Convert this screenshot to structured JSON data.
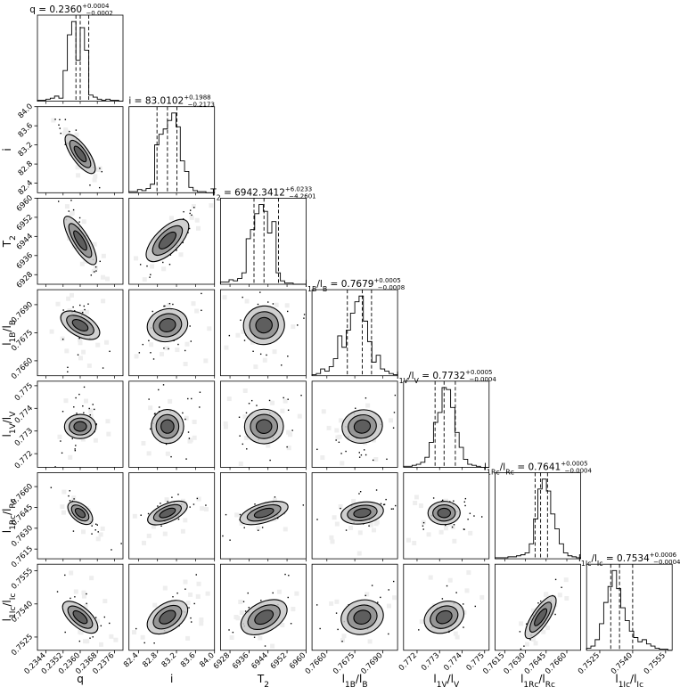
{
  "chart_data": {
    "type": "corner",
    "parameters": [
      {
        "label_main": "q",
        "label_sub": "",
        "label_rest": "",
        "title_main": "q",
        "title_sub": "",
        "title_rest": "",
        "median": "0.2360",
        "err_plus": "+0.0004",
        "err_minus": "−0.0002",
        "range": [
          0.234,
          0.238
        ],
        "ticks": [
          0.2344,
          0.2352,
          0.236,
          0.2368,
          0.2376
        ],
        "tick_labels": [
          "0.2344",
          "0.2352",
          "0.2360",
          "0.2368",
          "0.2376"
        ],
        "quantiles": [
          0.2358,
          0.236,
          0.2364
        ],
        "histogram": [
          1,
          1,
          2,
          3,
          5,
          3,
          30,
          65,
          78,
          40,
          72,
          50,
          6,
          4,
          2,
          1,
          2,
          1,
          1,
          0
        ]
      },
      {
        "label_main": "i",
        "label_sub": "",
        "label_rest": "",
        "title_main": "i",
        "title_sub": "",
        "title_rest": "",
        "median": "83.0102",
        "err_plus": "+0.1988",
        "err_minus": "−0.2173",
        "range": [
          82.2,
          84.0
        ],
        "ticks": [
          82.4,
          82.8,
          83.2,
          83.6,
          84.0
        ],
        "tick_labels": [
          "82.4",
          "82.8",
          "83.2",
          "83.6",
          "84.0"
        ],
        "quantiles": [
          82.79,
          83.01,
          83.21
        ],
        "histogram": [
          1,
          1,
          3,
          2,
          4,
          8,
          45,
          55,
          60,
          68,
          75,
          62,
          30,
          20,
          5,
          2,
          1,
          1,
          0,
          0
        ]
      },
      {
        "label_main": "T",
        "label_sub": "2",
        "label_rest": "",
        "title_main": "T",
        "title_sub": "2",
        "title_rest": "",
        "median": "6942.3412",
        "err_plus": "+6.0233",
        "err_minus": "−4.2601",
        "range": [
          6924,
          6960
        ],
        "ticks": [
          6928,
          6936,
          6944,
          6952,
          6960
        ],
        "tick_labels": [
          "6928",
          "6936",
          "6944",
          "6952",
          "6960"
        ],
        "quantiles": [
          6938.1,
          6942.3,
          6948.4
        ],
        "histogram": [
          2,
          2,
          4,
          3,
          5,
          10,
          40,
          48,
          62,
          70,
          64,
          45,
          55,
          10,
          3,
          1,
          1,
          0,
          0,
          0
        ]
      },
      {
        "label_main": "l",
        "label_sub": "1B",
        "label_rest": "/l",
        "label_sub2": "B",
        "title_main": "l",
        "title_sub": "1B",
        "title_rest": "/l",
        "title_sub2": "B",
        "median": "0.7679",
        "err_plus": "+0.0005",
        "err_minus": "−0.0008",
        "range": [
          0.7652,
          0.7698
        ],
        "ticks": [
          0.766,
          0.7675,
          0.769
        ],
        "tick_labels": [
          "0.7660",
          "0.7675",
          "0.7690"
        ],
        "quantiles": [
          0.7671,
          0.7679,
          0.7684
        ],
        "histogram": [
          1,
          2,
          6,
          4,
          8,
          15,
          35,
          25,
          40,
          55,
          65,
          70,
          48,
          30,
          12,
          18,
          6,
          4,
          2,
          1
        ]
      },
      {
        "label_main": "l",
        "label_sub": "1V",
        "label_rest": "/l",
        "label_sub2": "V",
        "title_main": "l",
        "title_sub": "1V",
        "title_rest": "/l",
        "title_sub2": "V",
        "median": "0.7732",
        "err_plus": "+0.0005",
        "err_minus": "−0.0004",
        "range": [
          0.7714,
          0.7752
        ],
        "ticks": [
          0.772,
          0.773,
          0.774,
          0.775
        ],
        "tick_labels": [
          "0.772",
          "0.773",
          "0.774",
          "0.775"
        ],
        "quantiles": [
          0.7728,
          0.7732,
          0.7737
        ],
        "histogram": [
          1,
          1,
          2,
          3,
          5,
          10,
          25,
          45,
          55,
          80,
          78,
          60,
          35,
          20,
          8,
          3,
          2,
          1,
          0,
          0
        ]
      },
      {
        "label_main": "l",
        "label_sub": "1Rc",
        "label_rest": "/l",
        "label_sub2": "Rc",
        "title_main": "l",
        "title_sub": "1Rc",
        "title_rest": "/l",
        "title_sub2": "Rc",
        "median": "0.7641",
        "err_plus": "+0.0005",
        "err_minus": "−0.0004",
        "range": [
          0.7608,
          0.767
        ],
        "ticks": [
          0.7615,
          0.763,
          0.7645,
          0.766
        ],
        "tick_labels": [
          "0.7615",
          "0.7630",
          "0.7645",
          "0.7660"
        ],
        "quantiles": [
          0.7637,
          0.7641,
          0.7646
        ],
        "histogram": [
          1,
          1,
          1,
          2,
          2,
          3,
          4,
          6,
          15,
          40,
          70,
          80,
          68,
          45,
          30,
          15,
          6,
          3,
          2,
          1
        ]
      },
      {
        "label_main": "l",
        "label_sub": "1Ic",
        "label_rest": "/l",
        "label_sub2": "Ic",
        "title_main": "l",
        "title_sub": "1Ic",
        "title_rest": "/l",
        "title_sub2": "Ic",
        "median": "0.7534",
        "err_plus": "+0.0006",
        "err_minus": "−0.0004",
        "range": [
          0.7519,
          0.7558
        ],
        "ticks": [
          0.7525,
          0.754,
          0.7555
        ],
        "tick_labels": [
          "0.7525",
          "0.7540",
          "0.7555"
        ],
        "quantiles": [
          0.753,
          0.7534,
          0.754
        ],
        "histogram": [
          2,
          4,
          10,
          25,
          45,
          60,
          75,
          58,
          40,
          28,
          18,
          12,
          8,
          10,
          6,
          4,
          2,
          1,
          1,
          0
        ]
      }
    ],
    "correlations": [
      [
        1.0,
        -0.9,
        -0.85,
        -0.3,
        0.05,
        -0.88,
        -0.5
      ],
      [
        -0.9,
        1.0,
        0.8,
        0.2,
        0.1,
        0.7,
        0.6
      ],
      [
        -0.85,
        0.8,
        1.0,
        0.2,
        0.1,
        0.6,
        0.6
      ],
      [
        -0.3,
        0.2,
        0.2,
        1.0,
        0.2,
        0.3,
        0.3
      ],
      [
        0.05,
        0.1,
        0.1,
        0.2,
        1.0,
        0.1,
        0.4
      ],
      [
        -0.88,
        0.7,
        0.6,
        0.3,
        0.1,
        1.0,
        0.85
      ],
      [
        -0.5,
        0.6,
        0.6,
        0.3,
        0.4,
        0.85,
        1.0
      ]
    ],
    "colors": {
      "line": "#000000",
      "fill_dark": "#555555",
      "fill_mid": "#8c8c8c",
      "fill_light": "#c8c8c8",
      "background": "#ffffff"
    }
  }
}
